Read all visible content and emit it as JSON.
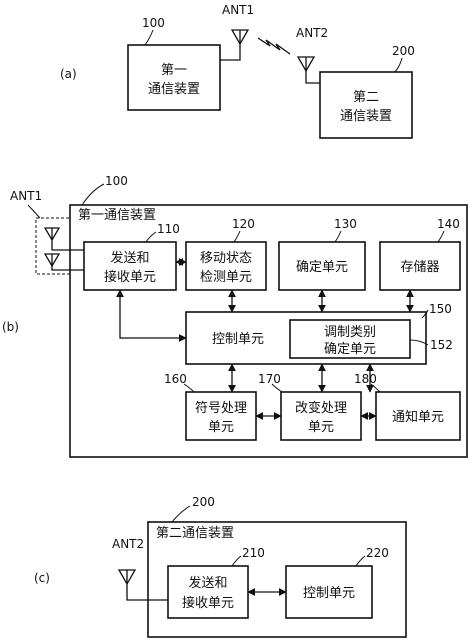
{
  "part_labels": {
    "a": "(a)",
    "b": "(b)",
    "c": "(c)"
  },
  "fig_a": {
    "dev1_ref": "100",
    "dev1_line1": "第一",
    "dev1_line2": "通信装置",
    "ant1": "ANT1",
    "ant2": "ANT2",
    "dev2_ref": "200",
    "dev2_line1": "第二",
    "dev2_line2": "通信装置"
  },
  "fig_b": {
    "ant1": "ANT1",
    "ref_100": "100",
    "title": "第一通信装置",
    "tx": {
      "ref": "110",
      "line1": "发送和",
      "line2": "接收单元"
    },
    "mobile": {
      "ref": "120",
      "line1": "移动状态",
      "line2": "检测单元"
    },
    "determine": {
      "ref": "130",
      "label": "确定单元"
    },
    "storage": {
      "ref": "140",
      "label": "存储器"
    },
    "control": {
      "ref": "150",
      "label": "控制单元"
    },
    "modtype": {
      "ref": "152",
      "line1": "调制类别",
      "line2": "确定单元"
    },
    "symbol": {
      "ref": "160",
      "line1": "符号处理",
      "line2": "单元"
    },
    "change": {
      "ref": "170",
      "line1": "改变处理",
      "line2": "单元"
    },
    "notify": {
      "ref": "180",
      "label": "通知单元"
    }
  },
  "fig_c": {
    "ref_200": "200",
    "title": "第二通信装置",
    "ant2": "ANT2",
    "tx": {
      "ref": "210",
      "line1": "发送和",
      "line2": "接收单元"
    },
    "control": {
      "ref": "220",
      "label": "控制单元"
    }
  }
}
